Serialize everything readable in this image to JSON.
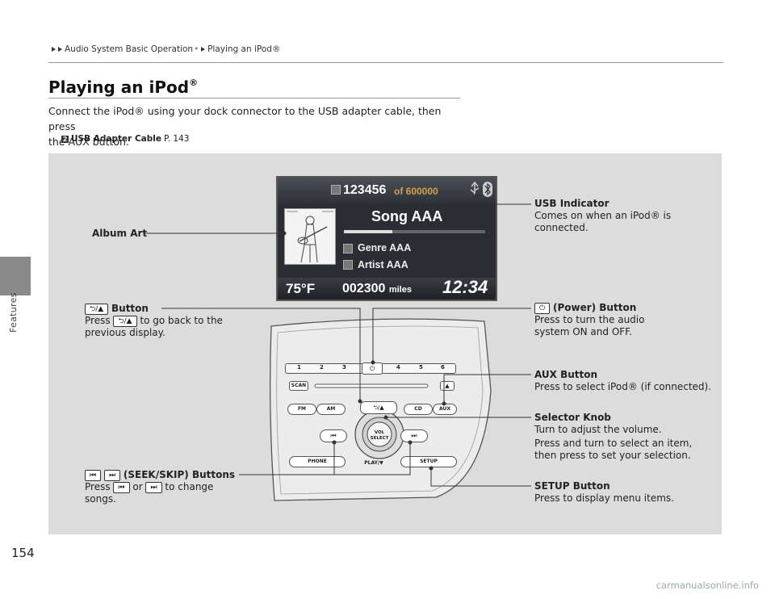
{
  "breadcrumb": {
    "part1": "Audio System Basic Operation",
    "star": "*",
    "part2": "Playing an iPod®"
  },
  "title": "Playing an iPod",
  "title_reg": "®",
  "intro_line1": "Connect the iPod® using your dock connector to the USB adapter cable, then press",
  "intro_line2": "the AUX button.",
  "xref": {
    "icon": "2",
    "label": "USB Adapter Cable",
    "page": "P. 143"
  },
  "screen": {
    "track": "123456",
    "of_total": "of 600000",
    "song": "Song AAA",
    "genre": "Genre AAA",
    "artist": "Artist AAA",
    "temperature": "75°F",
    "odometer": "002300",
    "odo_unit": "miles",
    "clock": "12:34"
  },
  "radio_buttons": {
    "preset_1": "1",
    "preset_2": "2",
    "preset_3": "3",
    "preset_4": "4",
    "preset_5": "5",
    "preset_6": "6",
    "scan": "SCAN",
    "fm": "FM",
    "am": "AM",
    "cd": "CD",
    "aux": "AUX",
    "phone": "PHONE",
    "setup": "SETUP",
    "play": "PLAY/▼",
    "back": "⮌/▲",
    "vol_select": "VOL SELECT"
  },
  "callouts": {
    "album_art": "Album Art",
    "usb_title": "USB Indicator",
    "usb_desc1": "Comes on when an iPod® is",
    "usb_desc2": "connected.",
    "back_btn_key": "⮌/▲",
    "back_title": "Button",
    "back_desc_pre": "Press",
    "back_desc_post": "to go back to the",
    "back_desc2": "previous display.",
    "power_key": "⏻",
    "power_title": "(Power) Button",
    "power_desc1": "Press to turn the audio",
    "power_desc2": "system ON and OFF.",
    "aux_title": "AUX Button",
    "aux_desc": "Press to select iPod® (if connected).",
    "selector_title": "Selector Knob",
    "selector_desc1": "Turn to adjust the volume.",
    "selector_desc2": "Press and turn to select an item,",
    "selector_desc3": "then press to set your selection.",
    "seek_key1": "⏮",
    "seek_key2": "⏭",
    "seek_title": "(SEEK/SKIP) Buttons",
    "seek_desc_pre": "Press",
    "seek_desc_or": "or",
    "seek_desc_post": "to change",
    "seek_desc2": "songs.",
    "setup_title": "SETUP Button",
    "setup_desc": "Press to display menu items."
  },
  "sidebar_tab": "Features",
  "page_number": "154",
  "watermark": "carmanualsonline.info"
}
